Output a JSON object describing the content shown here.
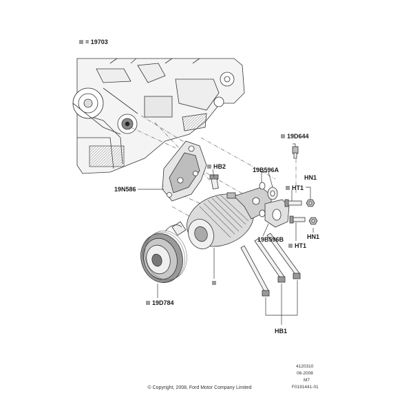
{
  "legend": {
    "marker_color": "#9a9a9a",
    "equals_text": "= 19703"
  },
  "callouts": {
    "c19D644": "19D644",
    "cHB2": "HB2",
    "c19B596A": "19B596A",
    "cHN1a": "HN1",
    "c19N586": "19N586",
    "cHT1a": "HT1",
    "c19B596B": "19B596B",
    "cHT1b": "HT1",
    "cHN1b": "HN1",
    "c19D784": "19D784",
    "cHB1": "HB1"
  },
  "meta": {
    "code1": "4120310",
    "date": "06-2008",
    "model": "M7",
    "figure": "F0191441-01"
  },
  "copyright": "© Copyright, 2008, Ford Motor Company Limited"
}
